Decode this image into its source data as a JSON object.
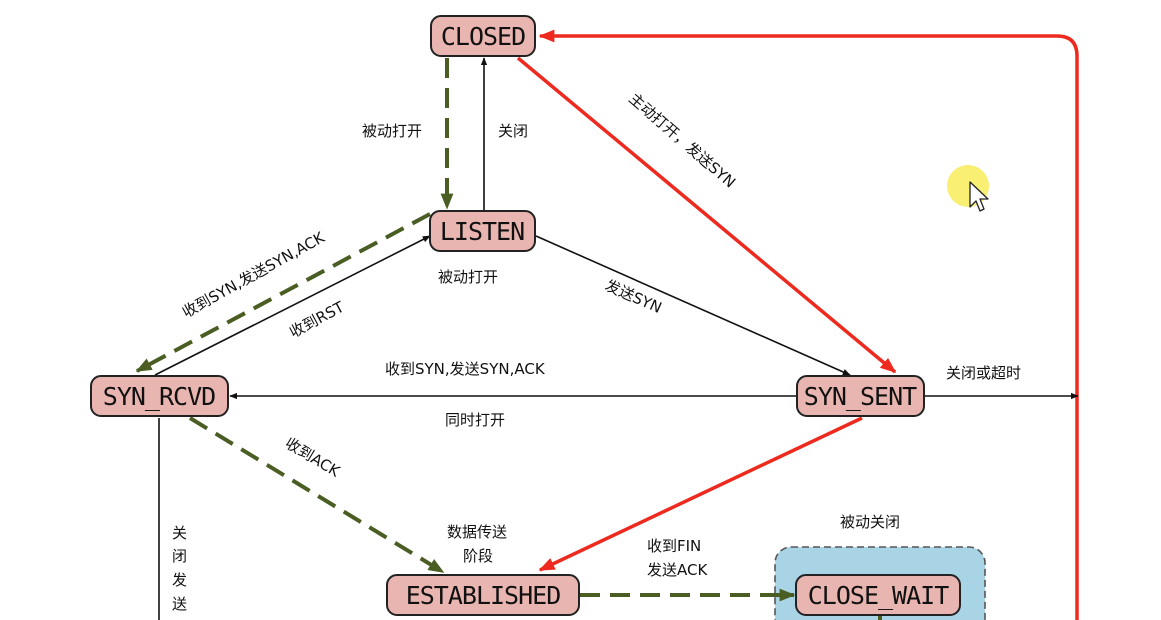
{
  "states": {
    "closed": "CLOSED",
    "listen": "LISTEN",
    "syn_rcvd": "SYN_RCVD",
    "syn_sent": "SYN_SENT",
    "established": "ESTABLISHED",
    "close_wait": "CLOSE_WAIT"
  },
  "labels": {
    "passive_open_top": "被动打开",
    "close_top": "关闭",
    "active_open_send_syn": "主动打开，发送SYN",
    "recv_syn_send_syn_ack_left": "收到SYN,发送SYN,ACK",
    "recv_rst": "收到RST",
    "passive_open_under_listen": "被动打开",
    "send_syn": "发送SYN",
    "recv_syn_send_syn_ack_mid": "收到SYN,发送SYN,ACK",
    "simultaneous_open": "同时打开",
    "close_or_timeout": "关闭或超时",
    "recv_ack": "收到ACK",
    "data_transfer_1": "数据传送",
    "data_transfer_2": "阶段",
    "recv_fin": "收到FIN",
    "send_ack": "发送ACK",
    "passive_close": "被动关闭",
    "vertical_close_send": [
      "关",
      "闭",
      "发",
      "送"
    ]
  },
  "colors": {
    "state_fill": "#e8b5b0",
    "red_arrow": "#ee2a1f",
    "green_dashed": "#4a5d23",
    "group_fill": "#a9d4e6",
    "cursor_highlight": "#f7ec5a"
  },
  "icons": {
    "cursor": "mouse-pointer-icon"
  }
}
